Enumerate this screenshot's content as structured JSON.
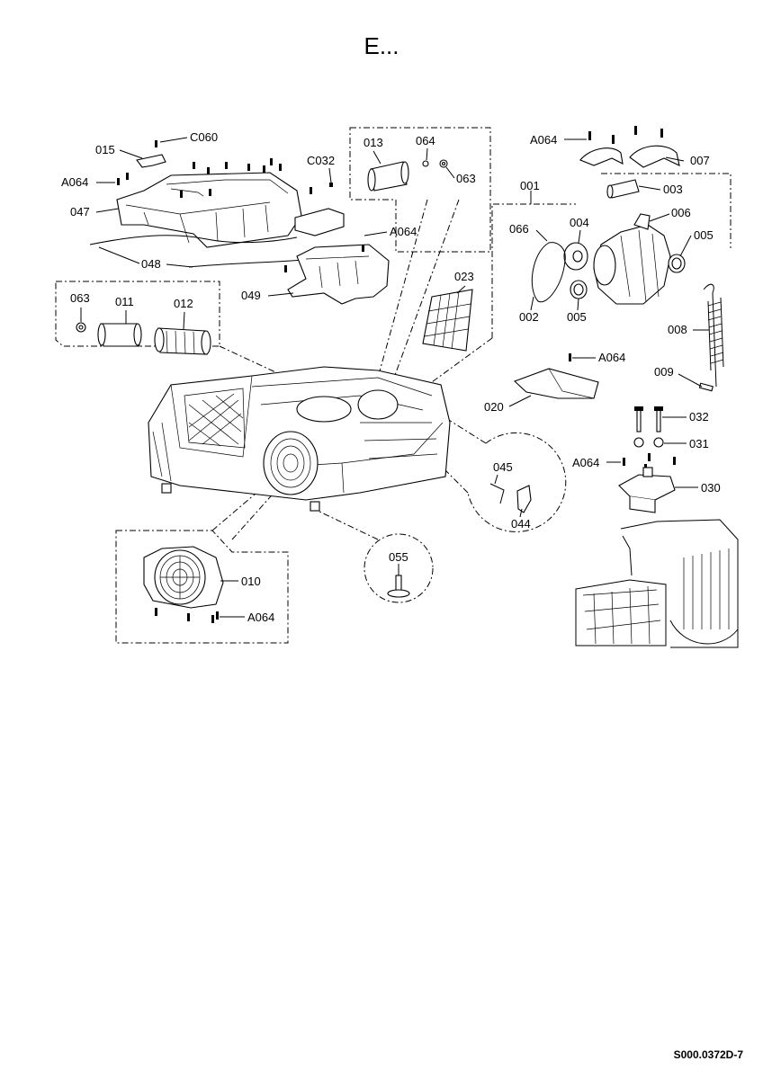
{
  "title": "E...",
  "drawing_code": "S000.0372D-7",
  "callouts": {
    "c015": "015",
    "c060": "C060",
    "a064_top_left": "A064",
    "c032": "C032",
    "c047": "047",
    "c048": "048",
    "a064_cover": "A064",
    "c049": "049",
    "c013": "013",
    "c064": "064",
    "c063_top": "063",
    "a064_top_right": "A064",
    "c007": "007",
    "c001": "001",
    "c003": "003",
    "c066": "066",
    "c004": "004",
    "c006": "006",
    "c005_right": "005",
    "c002": "002",
    "c005_bottom": "005",
    "c008": "008",
    "c023": "023",
    "c063_left": "063",
    "c011": "011",
    "c012": "012",
    "a064_mid_right": "A064",
    "c009": "009",
    "c020": "020",
    "c032_small": "032",
    "c031": "031",
    "a064_lower_right": "A064",
    "c030": "030",
    "c045": "045",
    "c044": "044",
    "c055": "055",
    "c010": "010",
    "a064_fan": "A064"
  }
}
